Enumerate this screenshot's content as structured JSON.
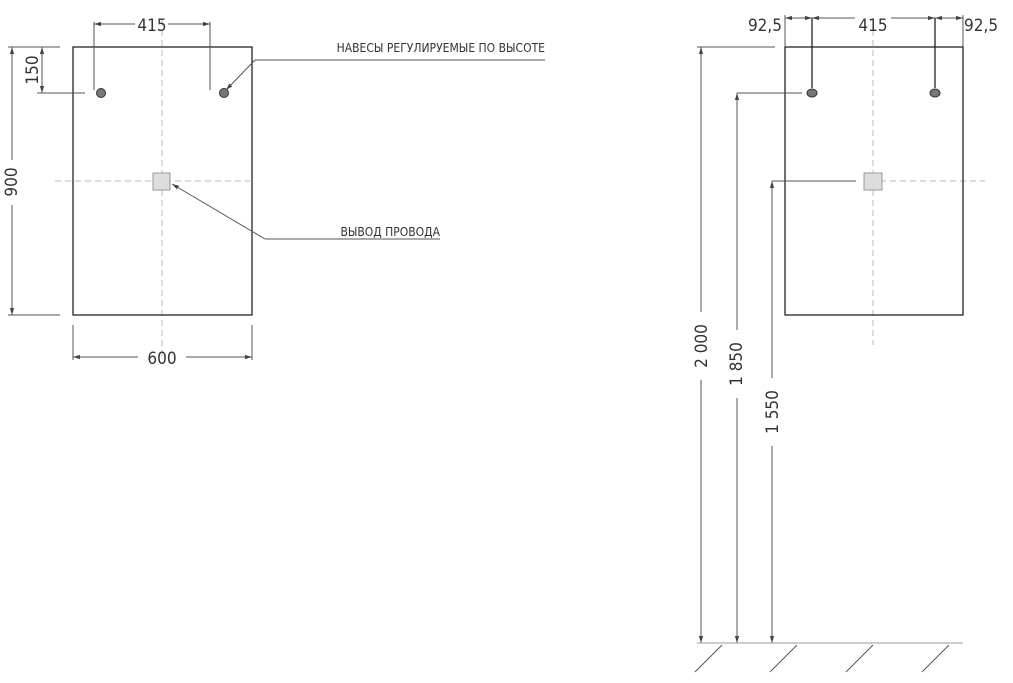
{
  "front_view": {
    "dim_hole_spacing": "415",
    "dim_hole_offset_top": "150",
    "dim_height": "900",
    "dim_width": "600",
    "label_hinges": "НАВЕСЫ РЕГУЛИРУЕМЫЕ ПО ВЫСОТЕ",
    "label_wire": "ВЫВОД ПРОВОДА"
  },
  "mounting_view": {
    "dim_left_offset": "92,5",
    "dim_hole_spacing": "415",
    "dim_right_offset": "92,5",
    "dim_top_height": "2 000",
    "dim_hole_height": "1 850",
    "dim_wire_height": "1 550"
  },
  "colors": {
    "line": "#222222",
    "hole": "#777777",
    "wire_box": "#dddddd"
  }
}
